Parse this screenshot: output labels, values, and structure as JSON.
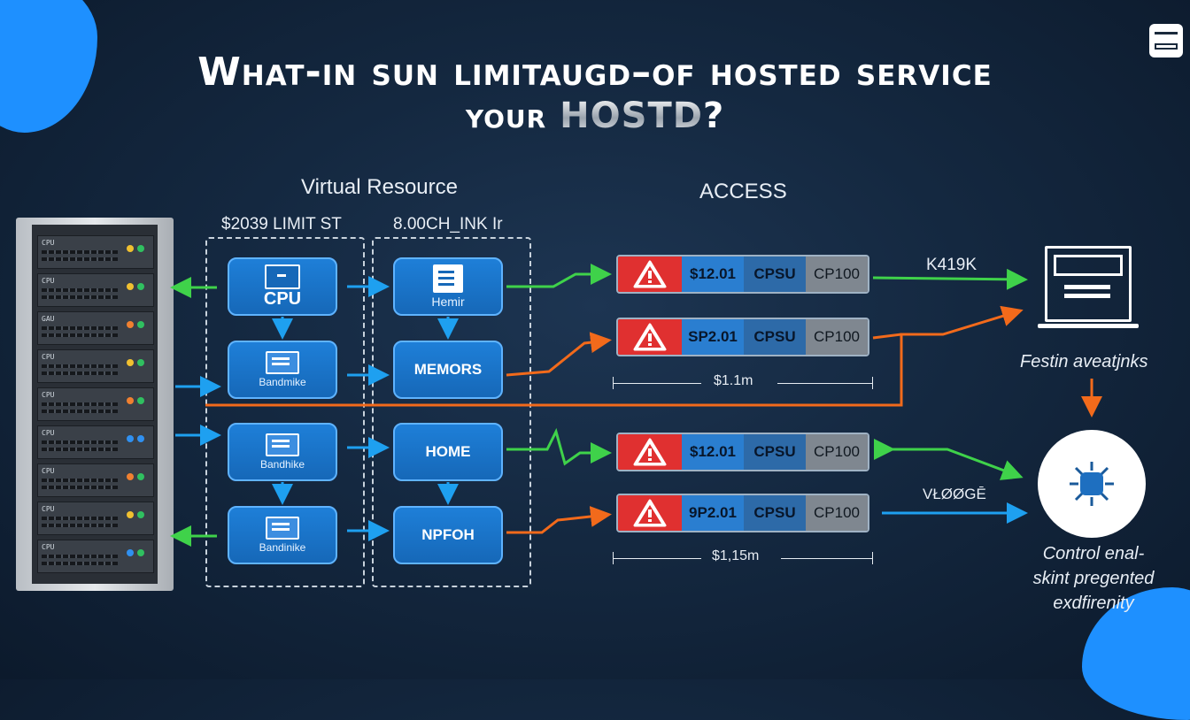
{
  "title": {
    "line1": "What-in sun limitaugd–of hosted service",
    "line2_prefix": "your ",
    "line2_highlight": "HOSTD",
    "line2_suffix": "?"
  },
  "labels": {
    "virtual_resource": "Virtual Resource",
    "access": "ACCESS",
    "limit_left": "$2039 LIMIT ST",
    "limit_right": "8.00CH_INK Ir",
    "laptop_link": "K419K",
    "laptop_caption": "Festin aveatjnks",
    "vlink": "VŁØØGĒ",
    "control_caption": [
      "Control enal-",
      "skint pregented",
      "exdfirenity"
    ]
  },
  "server_units": [
    {
      "label": "CPU",
      "leds": [
        "#f0c030",
        "#30c060"
      ]
    },
    {
      "label": "CPU",
      "leds": [
        "#f0c030",
        "#30c060"
      ]
    },
    {
      "label": "GAU",
      "leds": [
        "#f08030",
        "#30c060"
      ]
    },
    {
      "label": "CPU",
      "leds": [
        "#f0c030",
        "#30c060"
      ]
    },
    {
      "label": "CPU",
      "leds": [
        "#f08030",
        "#30c060"
      ]
    },
    {
      "label": "CPU",
      "leds": [
        "#3090f0",
        "#3090f0"
      ]
    },
    {
      "label": "CPU",
      "leds": [
        "#f08030",
        "#30c060"
      ]
    },
    {
      "label": "CPU",
      "leds": [
        "#f0c030",
        "#30c060"
      ]
    },
    {
      "label": "CPU",
      "leds": [
        "#3090f0",
        "#30c060"
      ]
    }
  ],
  "left_column": [
    {
      "label": "CPU",
      "icon": "monitor-icon"
    },
    {
      "label": "Bandmike",
      "icon": "card-icon"
    },
    {
      "label": "Bandhike",
      "icon": "card-icon"
    },
    {
      "label": "Bandinike",
      "icon": "card-icon"
    }
  ],
  "right_column": [
    {
      "label": "Hemir",
      "icon": "document-icon"
    },
    {
      "label": "MEMORS"
    },
    {
      "label": "HOME"
    },
    {
      "label": "NPFOH"
    }
  ],
  "access_rows": [
    {
      "c1": "$12.01",
      "c2": "CPSU",
      "c3": "CP100"
    },
    {
      "c1": "SP2.01",
      "c2": "CPSU",
      "c3": "CP100"
    },
    {
      "c1": "$12.01",
      "c2": "CPSU",
      "c3": "CP100"
    },
    {
      "c1": "9P2.01",
      "c2": "CPSU",
      "c3": "CP100"
    }
  ],
  "measures": [
    "$1.1m",
    "$1,15m"
  ],
  "colors": {
    "accent_blue": "#1e90ff",
    "green_arrow": "#3fd24a",
    "orange_arrow": "#f26a1b",
    "warning_red": "#e03030"
  }
}
